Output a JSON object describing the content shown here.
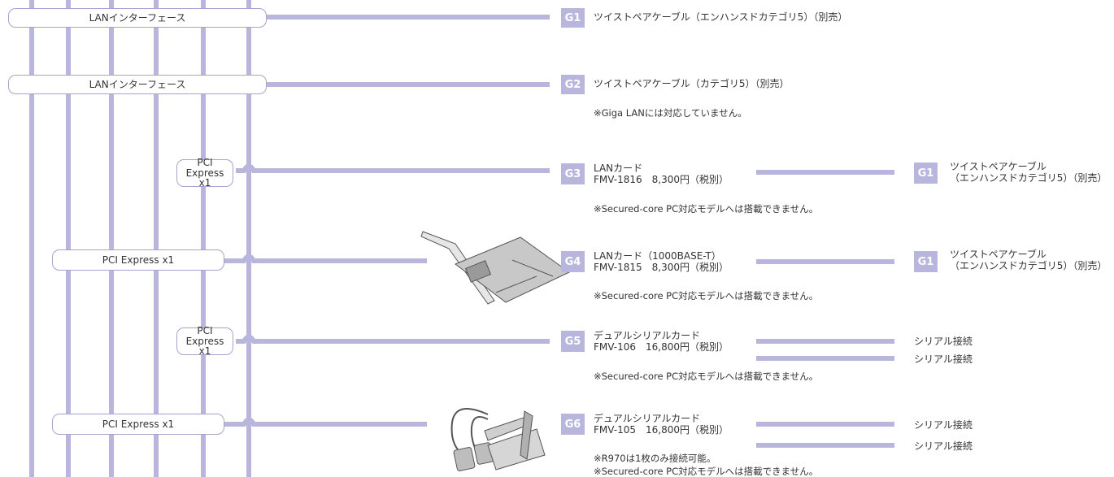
{
  "colors": {
    "line": "#b9b6de",
    "box_border": "#a7a4cc",
    "badge": "#b9b6de",
    "text": "#333333"
  },
  "rows": [
    {
      "interface": "LANインターフェース",
      "badge": "G1",
      "device": "ツイストペアケーブル（エンハンスドカテゴリ5）（別売）"
    },
    {
      "interface": "LANインターフェース",
      "badge": "G2",
      "device": "ツイストペアケーブル（カテゴリ5）（別売）",
      "note": "※Giga LANには対応していません。"
    },
    {
      "interface": "PCI Express x1",
      "badge": "G3",
      "device": "LANカード",
      "model": "FMV-1816　8,300円（税別）",
      "note": "※Secured-core PC対応モデルへは搭載できません。",
      "right_badge": "G1",
      "right_line1": "ツイストペアケーブル",
      "right_line2": "（エンハンスドカテゴリ5）（別売）"
    },
    {
      "interface": "PCI Express x1",
      "badge": "G4",
      "device": "LANカード（1000BASE-T）",
      "model": "FMV-1815　8,300円（税別）",
      "note": "※Secured-core PC対応モデルへは搭載できません。",
      "right_badge": "G1",
      "right_line1": "ツイストペアケーブル",
      "right_line2": "（エンハンスドカテゴリ5）（別売）"
    },
    {
      "interface": "PCI Express x1",
      "badge": "G5",
      "device": "デュアルシリアルカード",
      "model": "FMV-106　16,800円（税別）",
      "note": "※Secured-core PC対応モデルへは搭載できません。",
      "out1": "シリアル接続",
      "out2": "シリアル接続"
    },
    {
      "interface": "PCI Express x1",
      "badge": "G6",
      "device": "デュアルシリアルカード",
      "model": "FMV-105　16,800円（税別）",
      "note": "※R970は1枚のみ接続可能。",
      "note2": "※Secured-core PC対応モデルへは搭載できません。",
      "out1": "シリアル接続",
      "out2": "シリアル接続"
    }
  ]
}
